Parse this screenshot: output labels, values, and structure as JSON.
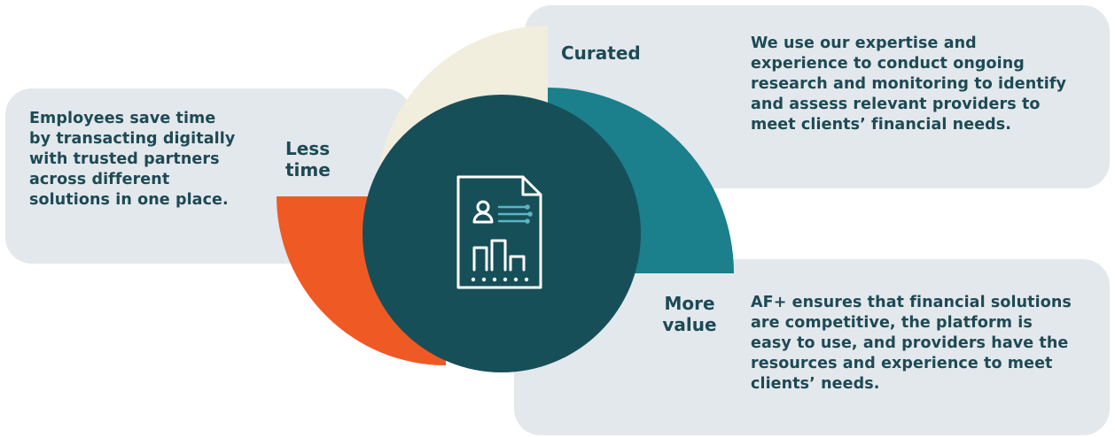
{
  "sections": {
    "less_time": {
      "label_line1": "Less",
      "label_line2": "time",
      "description_lines": [
        "Employees save time",
        "by transacting digitally",
        "with trusted partners",
        "across different",
        "solutions in one place."
      ]
    },
    "curated": {
      "label": "Curated",
      "description_lines": [
        "We use our expertise and",
        "experience to conduct ongoing",
        "research and monitoring to identify",
        "and assess relevant providers to",
        "meet clients’ financial needs."
      ]
    },
    "more_value": {
      "label_line1": "More",
      "label_line2": "value",
      "description_lines": [
        "AF+ ensures that financial solutions",
        "are competitive, the platform is",
        "easy to use, and providers have the",
        "resources and experience to meet",
        "clients’ needs."
      ]
    }
  },
  "center_icon": "document-report-icon",
  "colors": {
    "card_background": "#e3e8ec",
    "text": "#1d4a55",
    "center_circle": "#174f59",
    "cream_quadrant": "#f1eedd",
    "teal_quadrant": "#1b7f8c",
    "orange_quadrant": "#ef5a24",
    "icon_stroke": "#ffffff",
    "icon_accent": "#5ab5c4"
  }
}
